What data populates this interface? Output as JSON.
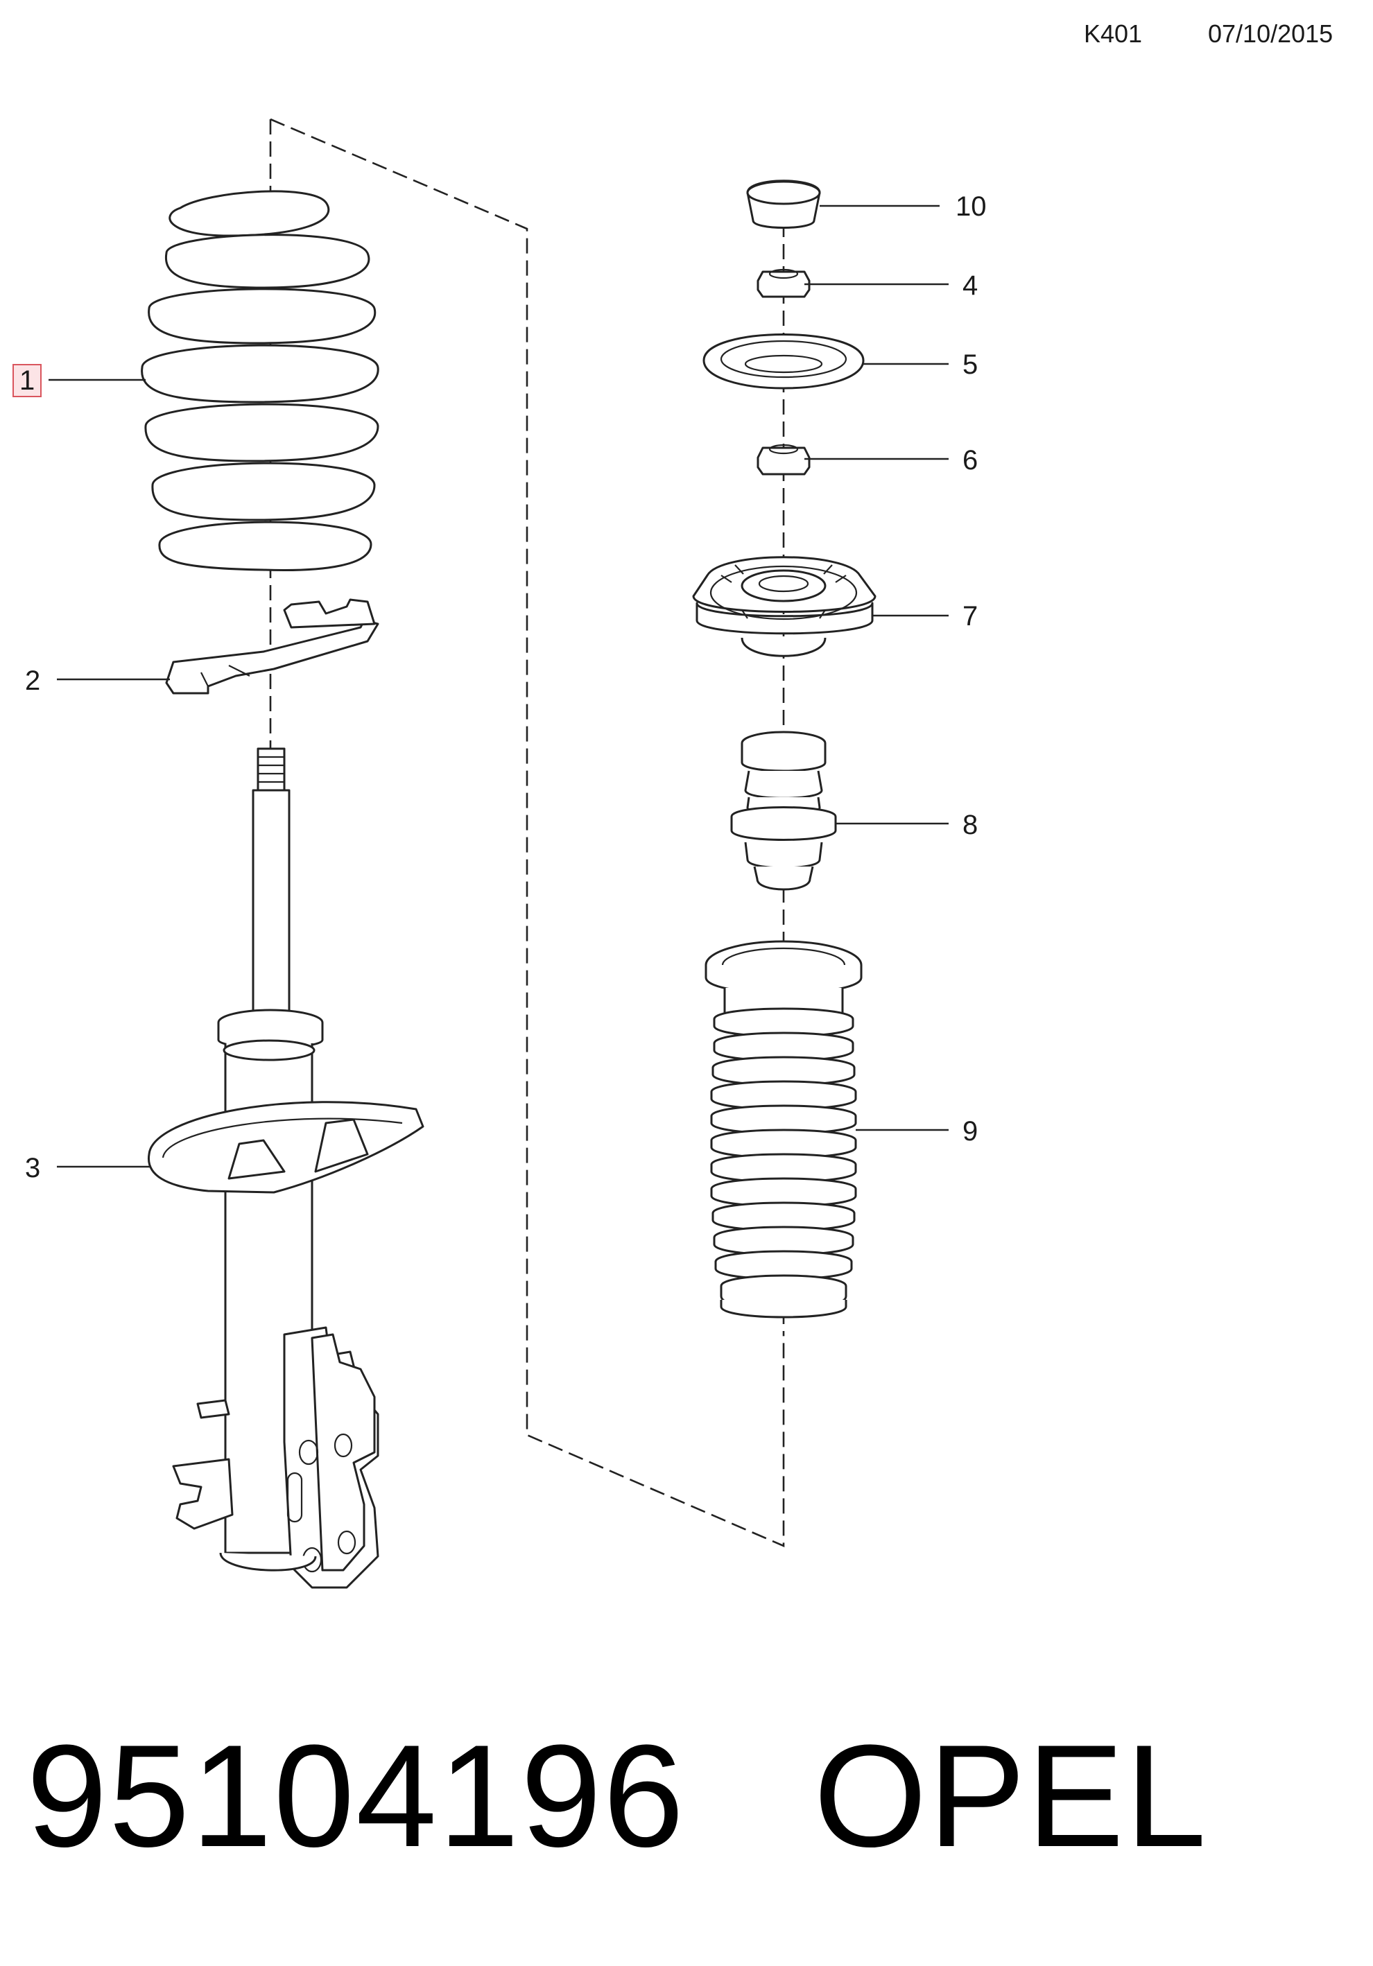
{
  "header": {
    "code": "K401",
    "date": "07/10/2015"
  },
  "callouts": [
    {
      "id": "1",
      "label": "1",
      "highlighted": true
    },
    {
      "id": "2",
      "label": "2"
    },
    {
      "id": "3",
      "label": "3"
    },
    {
      "id": "4",
      "label": "4"
    },
    {
      "id": "5",
      "label": "5"
    },
    {
      "id": "6",
      "label": "6"
    },
    {
      "id": "7",
      "label": "7"
    },
    {
      "id": "8",
      "label": "8"
    },
    {
      "id": "9",
      "label": "9"
    },
    {
      "id": "10",
      "label": "10"
    }
  ],
  "footer": {
    "part_number": "95104196",
    "brand": "OPEL"
  },
  "colors": {
    "highlight_border": "#d9555d",
    "highlight_fill": "#fce4e6",
    "line": "#222222"
  }
}
